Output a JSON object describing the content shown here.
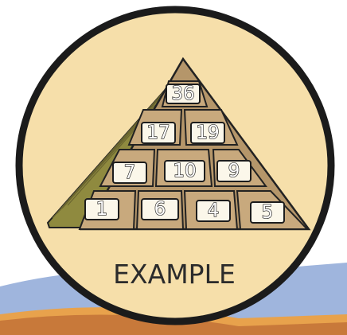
{
  "caption": "EXAMPLE",
  "pyramid": {
    "rows": [
      [
        "36"
      ],
      [
        "17",
        "19"
      ],
      [
        "7",
        "10",
        "9"
      ],
      [
        "1",
        "6",
        "4",
        "5"
      ]
    ]
  },
  "colors": {
    "badge_fill": "#f6dfaa",
    "badge_ring": "#1b1b1b",
    "stone": "#c8a97d",
    "stone_dark": "#a98a5e",
    "side_face": "#8f8a3f",
    "ribbon": "#9fb5dd",
    "ribbon_orange": "#e8a24c"
  }
}
